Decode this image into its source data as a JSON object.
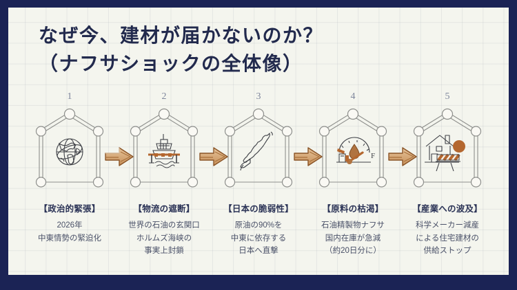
{
  "theme": {
    "frame_color": "#1b2355",
    "paper_color": "#f4f5ee",
    "title_color": "#222a4d",
    "accent_wood": "#b4672f",
    "caption_color": "#4a5168",
    "number_color": "#7e869c"
  },
  "title": "なぜ今、建材が届かないのか？\n（ナフサショックの全体像）",
  "steps": [
    {
      "number": "1",
      "icon": "globe-icon",
      "caption_title": "【政治的緊張】",
      "caption_body": "2026年\n中東情勢の緊迫化"
    },
    {
      "number": "2",
      "icon": "blocked-cargo-ship-icon",
      "caption_title": "【物流の遮断】",
      "caption_body": "世界の石油の玄関口\nホルムズ海峡の\n事実上封鎖"
    },
    {
      "number": "3",
      "icon": "japan-map-icon",
      "caption_title": "【日本の脆弱性】",
      "caption_body": "原油の90%を\n中東に依存する\n日本へ直撃"
    },
    {
      "number": "4",
      "icon": "low-fuel-gauge-icon",
      "caption_title": "【原料の枯渇】",
      "caption_body": "石油精製物ナフサ\n国内在庫が急減\n（約20日分に）"
    },
    {
      "number": "5",
      "icon": "house-under-construction-icon",
      "caption_title": "【産業への波及】",
      "caption_body": "科学メーカー減産\nによる住宅建材の\n供給ストップ"
    }
  ],
  "gauge_label": "F",
  "arrows": [
    {
      "name": "flow-arrow-1-to-2"
    },
    {
      "name": "flow-arrow-2-to-3"
    },
    {
      "name": "flow-arrow-3-to-4"
    },
    {
      "name": "flow-arrow-4-to-5"
    }
  ]
}
